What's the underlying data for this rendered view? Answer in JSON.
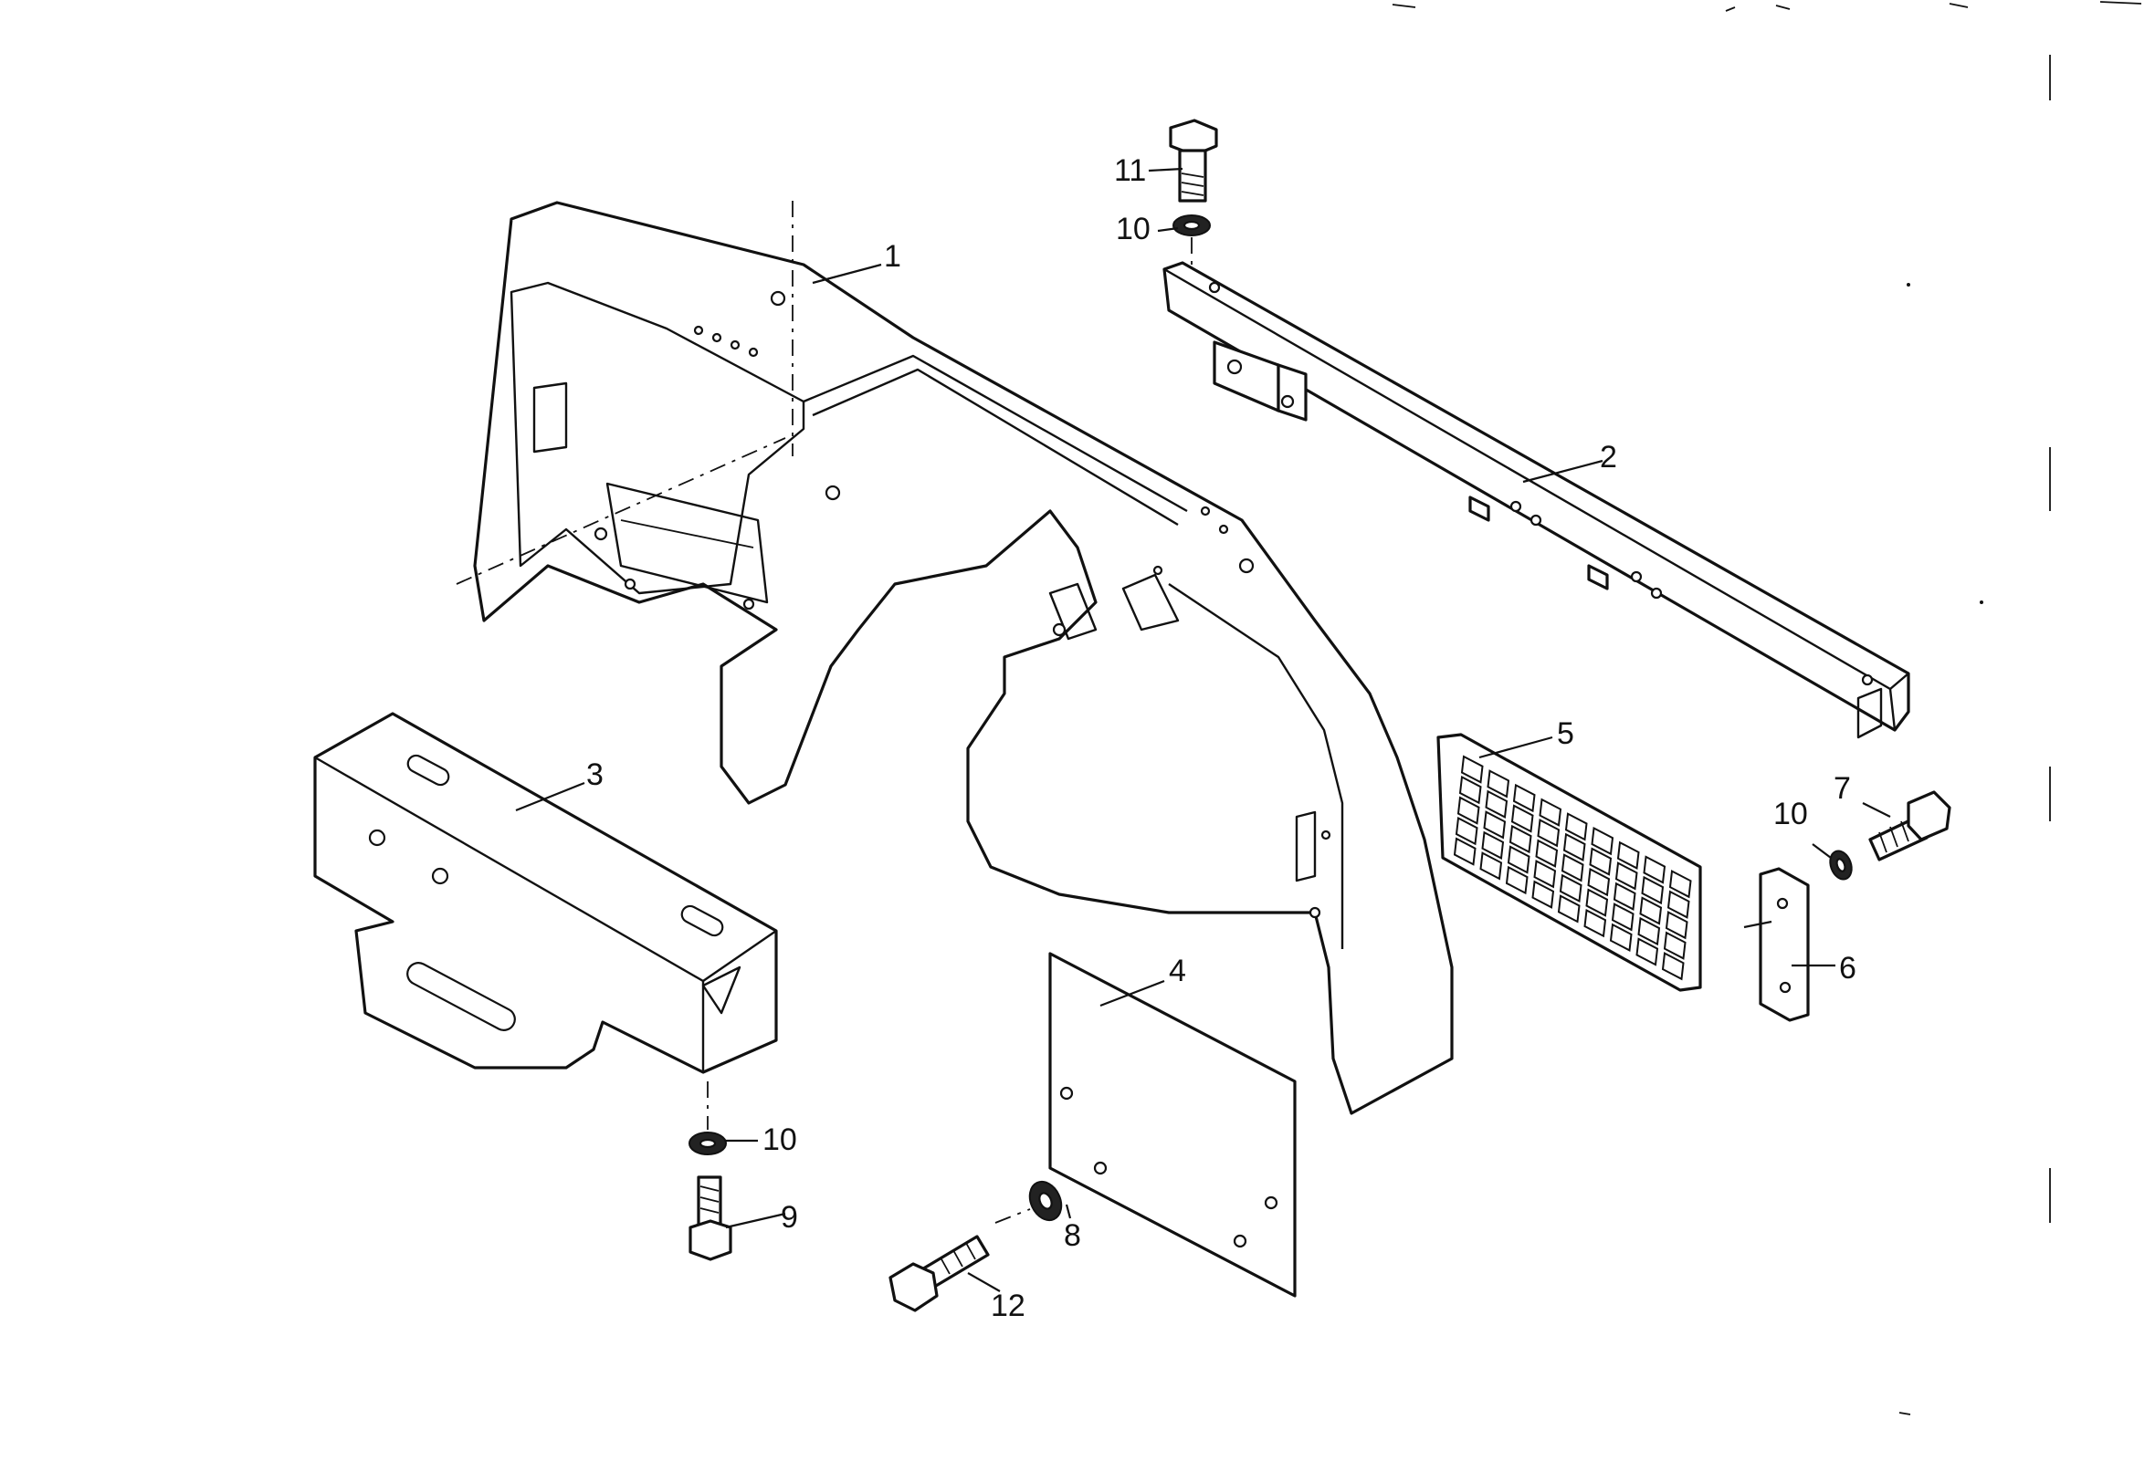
{
  "callouts": {
    "c1": "1",
    "c2": "2",
    "c3": "3",
    "c4": "4",
    "c5": "5",
    "c6": "6",
    "c7": "7",
    "c8": "8",
    "c9": "9",
    "c10a": "10",
    "c10b": "10",
    "c10c": "10",
    "c11": "11",
    "c12": "12"
  }
}
